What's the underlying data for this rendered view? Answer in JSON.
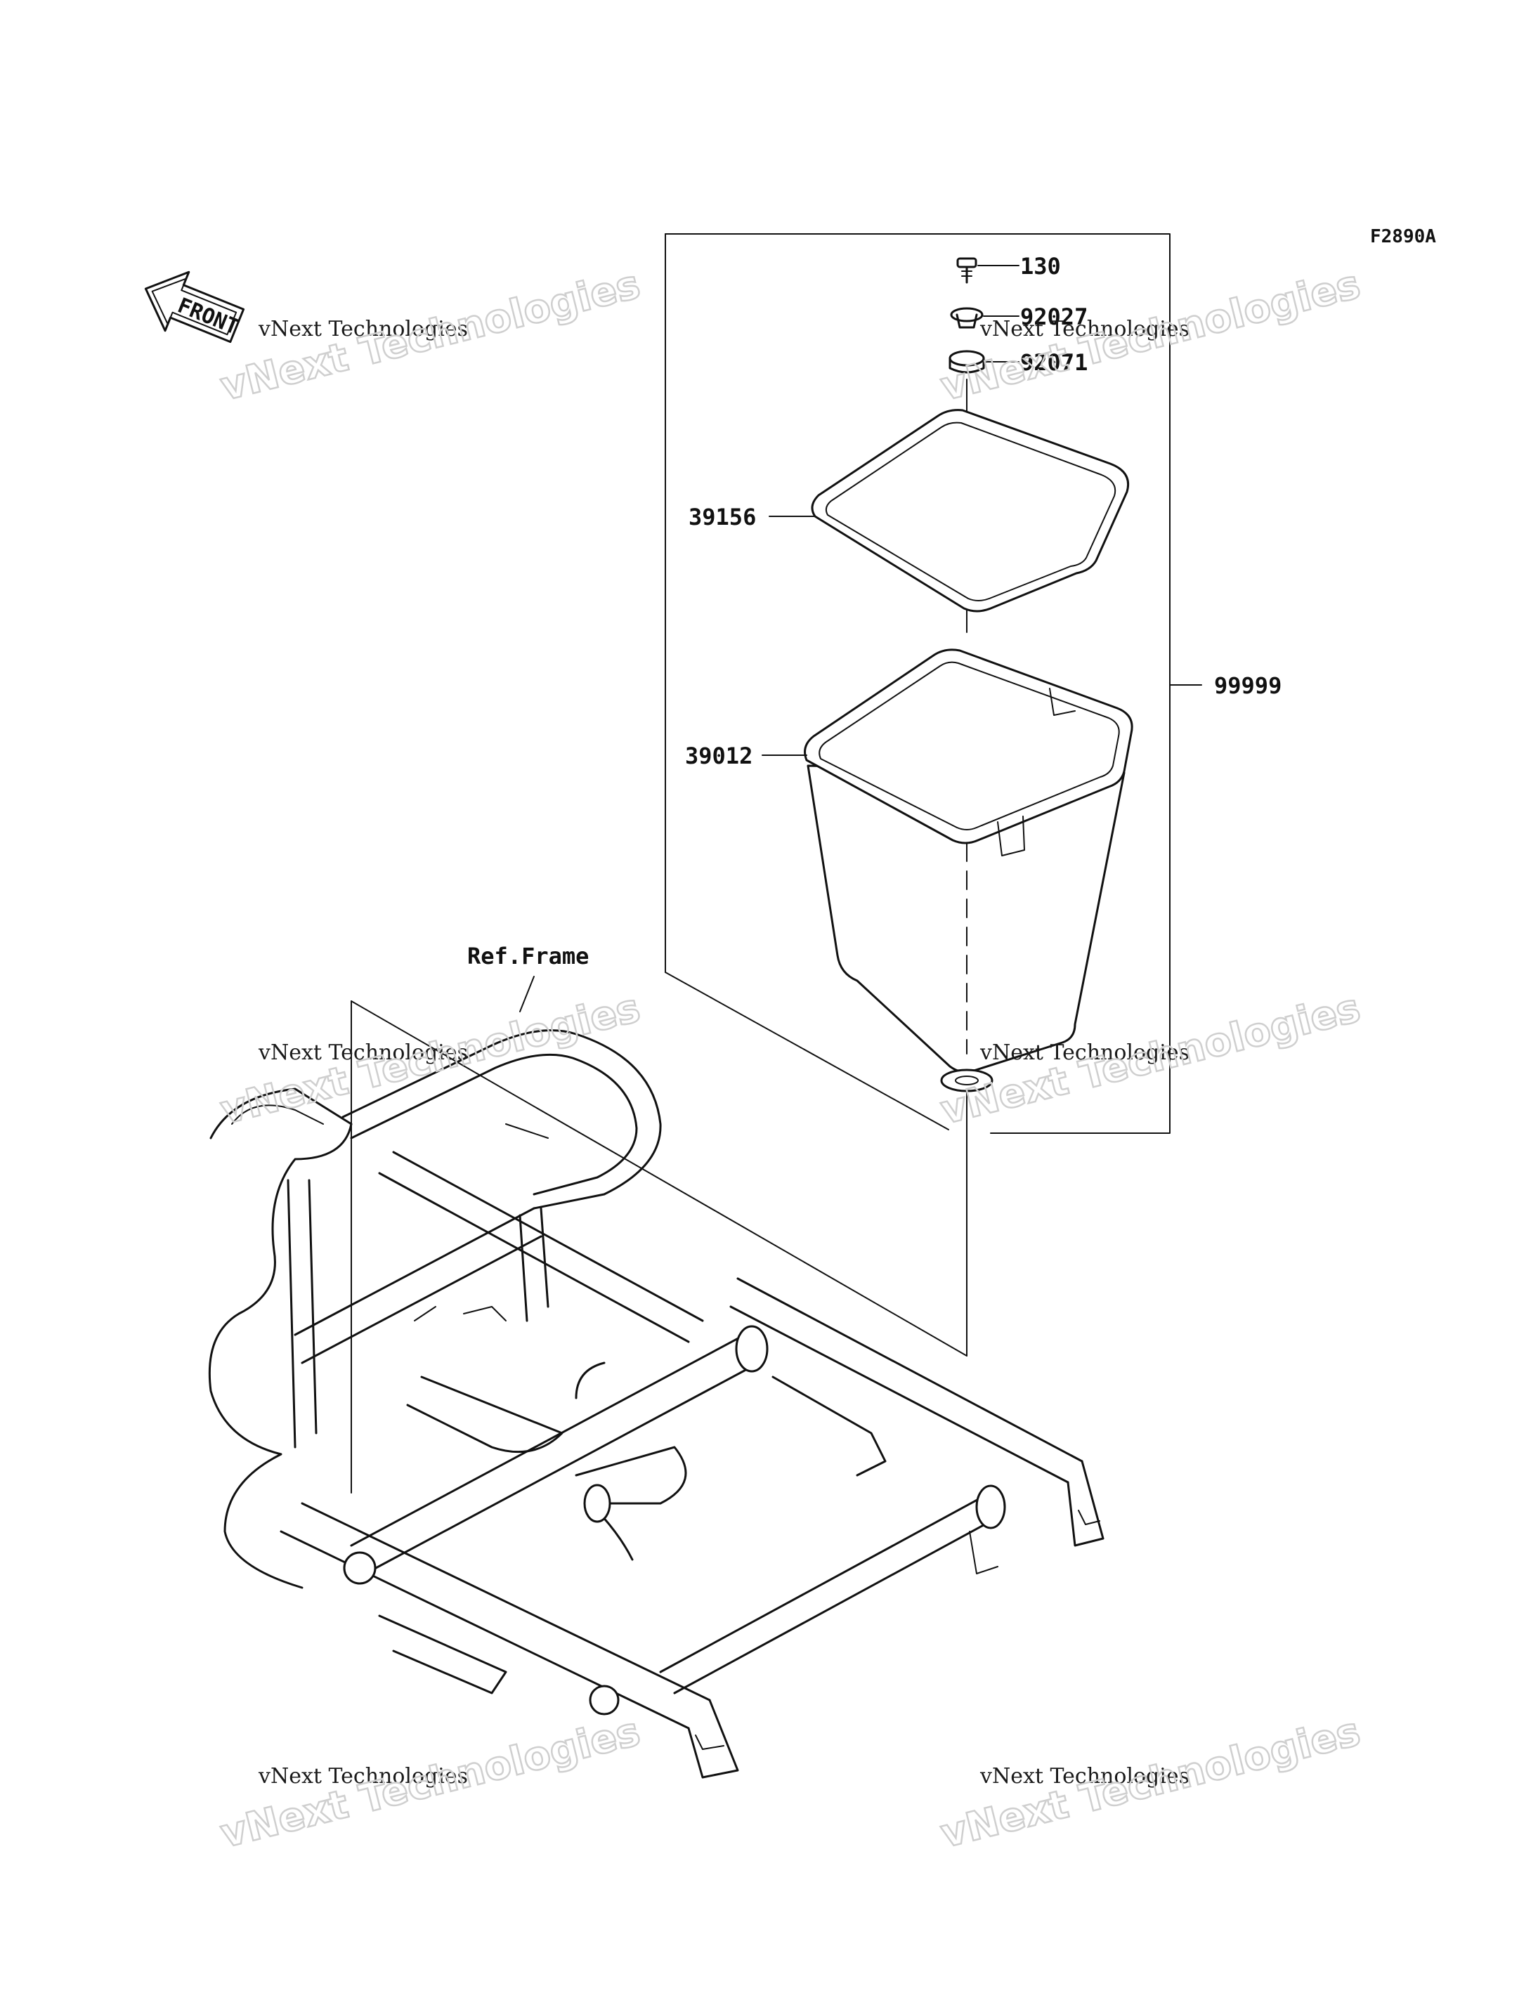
{
  "figure_code": "F2890A",
  "front_label": "FRONT",
  "reference_label": "Ref.Frame",
  "parts": [
    {
      "id": "p130",
      "label": "130"
    },
    {
      "id": "p92027",
      "label": "92027"
    },
    {
      "id": "p92071",
      "label": "92071"
    },
    {
      "id": "p39156",
      "label": "39156"
    },
    {
      "id": "p39012",
      "label": "39012"
    },
    {
      "id": "p99999",
      "label": "99999"
    }
  ],
  "watermarks": [
    {
      "line1": "vNext Technologies",
      "line2": "vNext Technologies"
    },
    {
      "line1": "vNext Technologies",
      "line2": "vNext Technologies"
    },
    {
      "line1": "vNext Technologies",
      "line2": "vNext Technologies"
    },
    {
      "line1": "vNext Technologies",
      "line2": "vNext Technologies"
    },
    {
      "line1": "vNext Technologies",
      "line2": "vNext Technologies"
    },
    {
      "line1": "vNext Technologies",
      "line2": "vNext Technologies"
    }
  ]
}
